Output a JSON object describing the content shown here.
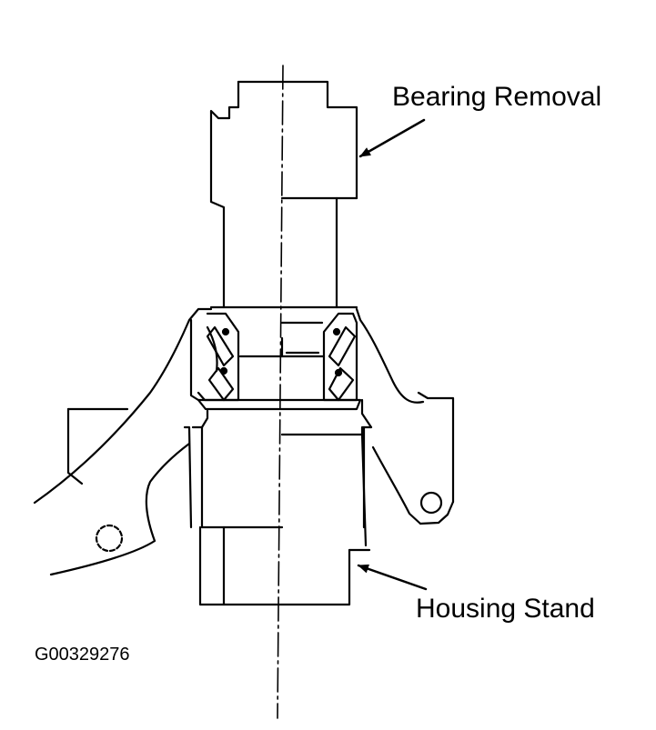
{
  "labels": {
    "bearing_removal": "Bearing Removal",
    "housing_stand": "Housing Stand",
    "figure_id": "G00329276"
  },
  "colors": {
    "ink": "#000000",
    "background": "#ffffff"
  }
}
